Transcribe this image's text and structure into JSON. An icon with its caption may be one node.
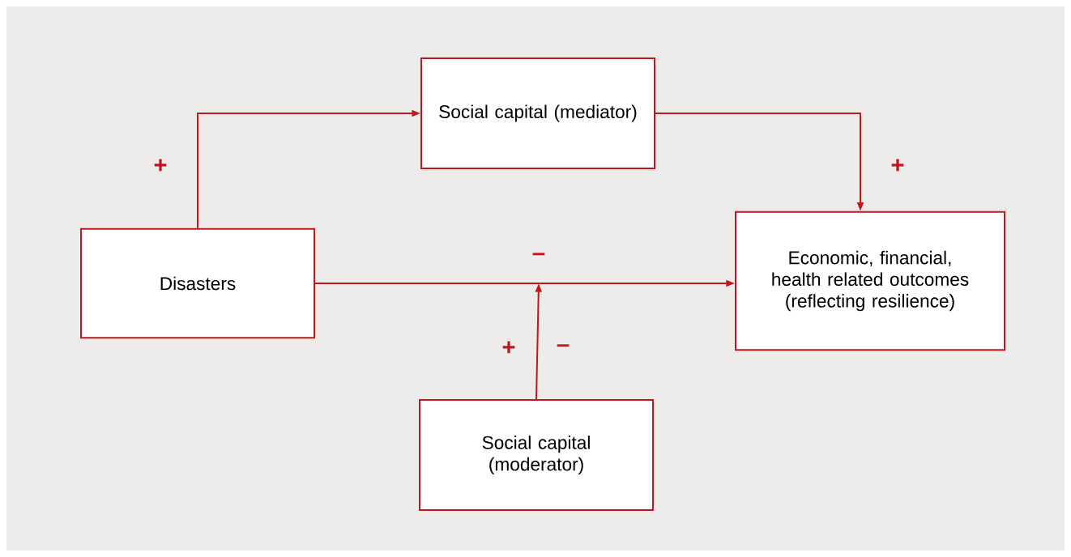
{
  "diagram": {
    "nodes": [
      {
        "text": [
          "Social capital (mediator)"
        ]
      },
      {
        "text": [
          "Disasters"
        ]
      },
      {
        "text": [
          "Economic, financial, health related outcomes (reflecting resilience)"
        ]
      },
      {
        "text": [
          "Social capital (moderator)"
        ]
      }
    ],
    "edges": [
      {
        "from": 1,
        "to": 0,
        "arrow": "to",
        "label": "+"
      },
      {
        "from": 0,
        "to": 2,
        "arrow": "to",
        "label": "+"
      },
      {
        "from": 1,
        "to": 2,
        "arrow": "to",
        "label": "–"
      },
      {
        "from": 3,
        "to": null,
        "arrow": "to"
      }
    ],
    "labels": [
      "+",
      "–"
    ]
  }
}
